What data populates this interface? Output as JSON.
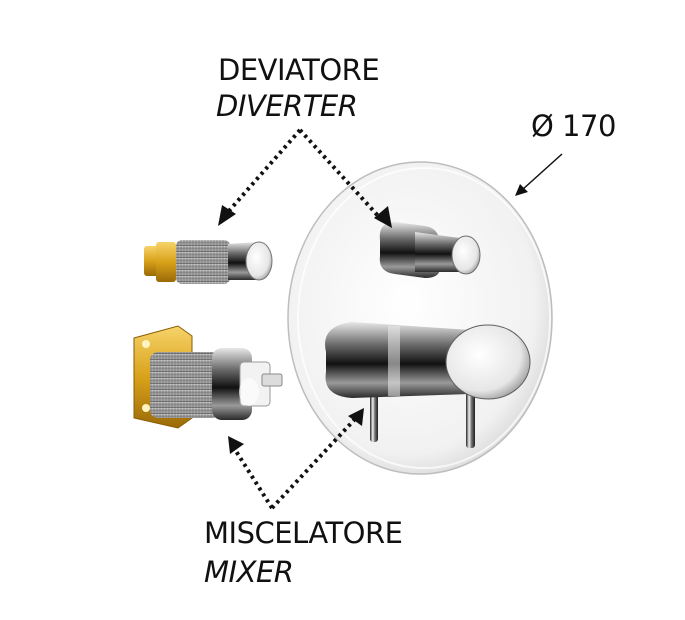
{
  "labels": {
    "diverter_it": "DEVIATORE",
    "diverter_en": "DIVERTER",
    "mixer_it": "MISCELATORE",
    "mixer_en": "MIXER",
    "diameter": "Ø 170"
  },
  "colors": {
    "text": "#111111",
    "brass": "#d9a21a",
    "chrome_light": "#f4f4f4",
    "chrome_dark": "#1a1a1a",
    "arrow": "#111111"
  }
}
